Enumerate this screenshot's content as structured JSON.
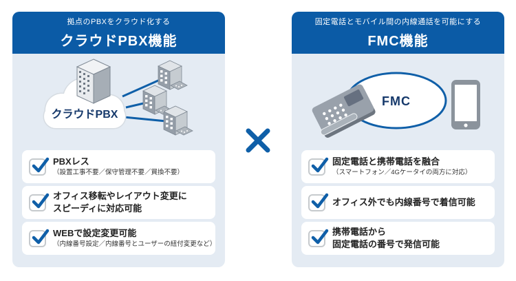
{
  "colors": {
    "header_blue": "#0b5ba6",
    "panel_bg": "#e4ebf3",
    "accent_blue": "#0f5fa8",
    "navy_text": "#16396b",
    "device_gray": "#8b939c"
  },
  "separator": {
    "icon": "multiply-cross"
  },
  "left_panel": {
    "header": {
      "subtitle": "拠点のPBXをクラウド化する",
      "title": "クラウドPBX機能"
    },
    "diagram": {
      "cloud_label": "クラウドPBX"
    },
    "items": [
      {
        "title": "PBXレス",
        "title2": "",
        "note": "（設置工事不要／保守管理不要／買換不要）"
      },
      {
        "title": "オフィス移転やレイアウト変更に",
        "title2": "スピーディに対応可能",
        "note": ""
      },
      {
        "title": "WEBで設定変更可能",
        "title2": "",
        "note": "（内線番号設定／内線番号とユーザーの紐付変更など）"
      }
    ]
  },
  "right_panel": {
    "header": {
      "subtitle": "固定電話とモバイル間の内線通話を可能にする",
      "title": "FMC機能"
    },
    "diagram": {
      "ellipse_label": "FMC"
    },
    "items": [
      {
        "title": "固定電話と携帯電話を融合",
        "title2": "",
        "note": "（スマートフォン／4Gケータイの両方に対応）"
      },
      {
        "title": "オフィス外でも内線番号で着信可能",
        "title2": "",
        "note": ""
      },
      {
        "title": "携帯電話から",
        "title2": "固定電話の番号で発信可能",
        "note": ""
      }
    ]
  }
}
